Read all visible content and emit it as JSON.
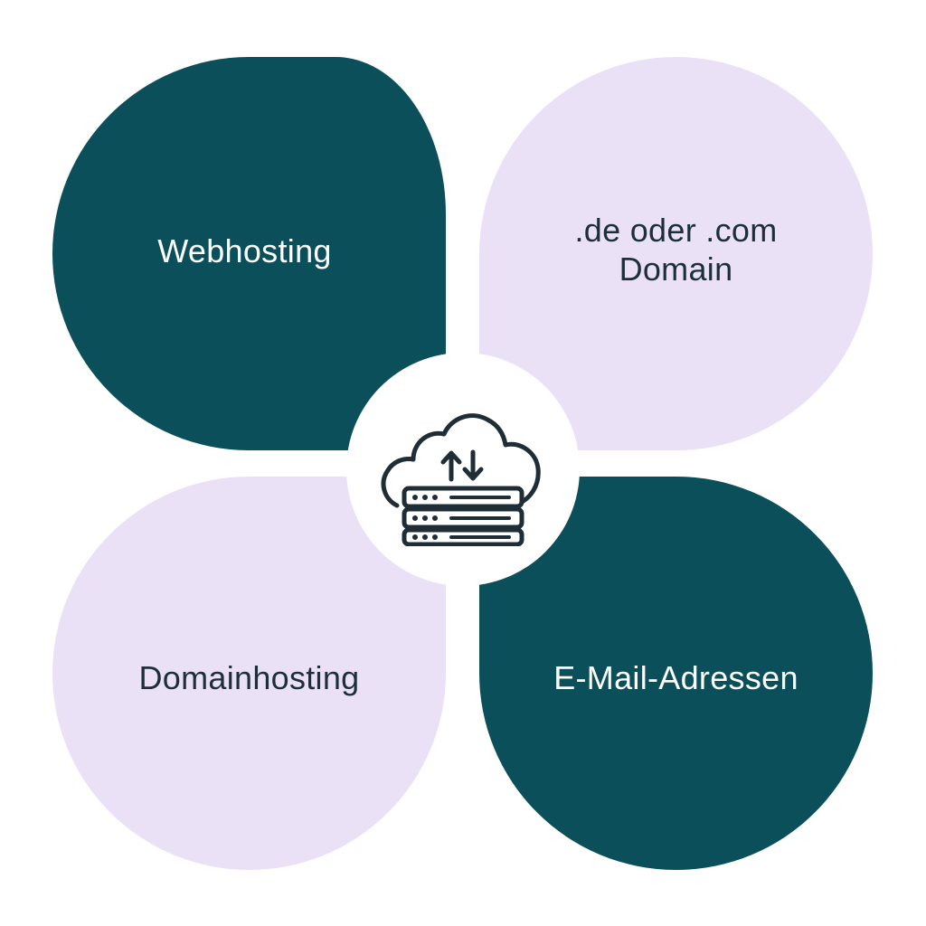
{
  "colors": {
    "dark": "#0b4f5a",
    "light": "#ebe1f6",
    "text_dark": "#1d2f3a",
    "text_light": "#ffffff",
    "icon_stroke": "#1f2d36"
  },
  "petals": {
    "top_left": {
      "label": "Webhosting",
      "style": "dark"
    },
    "top_right": {
      "label": ".de oder .com\nDomain",
      "style": "light"
    },
    "bottom_left": {
      "label": "Domainhosting",
      "style": "light"
    },
    "bottom_right": {
      "label": "E-Mail-Adressen",
      "style": "dark"
    }
  },
  "hub": {
    "icon": "cloud-server-icon"
  }
}
